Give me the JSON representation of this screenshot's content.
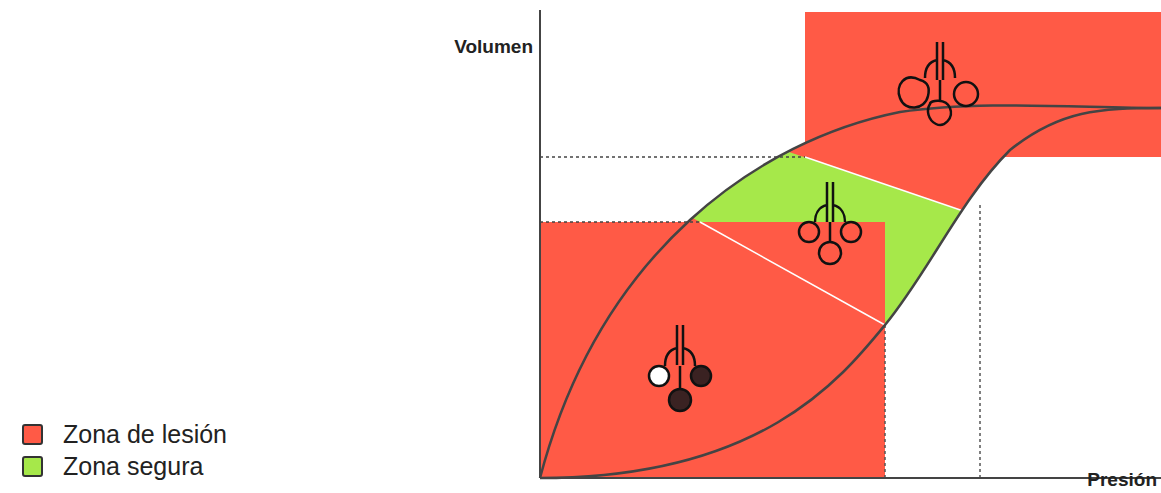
{
  "diagram": {
    "labels": [
      "Volumen",
      "Presión"
    ],
    "legend": [
      {
        "text": "Zona de lesión",
        "color": "#ff5a46"
      },
      {
        "text": "Zona segura",
        "color": "#a6e84a"
      }
    ]
  }
}
